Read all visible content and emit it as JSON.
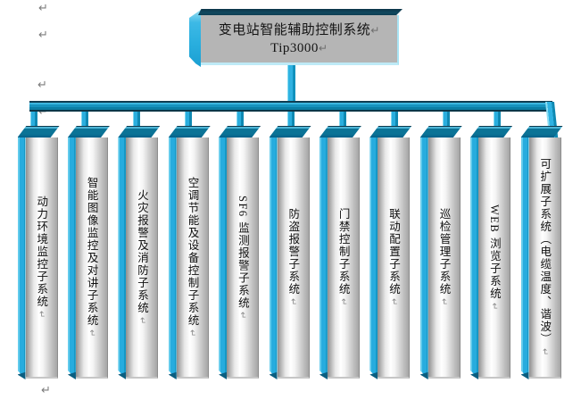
{
  "paragraph_mark": "↵",
  "root_node": {
    "title": "变电站智能辅助控制系统",
    "subtitle": "Tip3000"
  },
  "subsystems": [
    {
      "label": "动力环境监控子系统"
    },
    {
      "label": "智能图像监控及对讲子系统"
    },
    {
      "label": "火灾报警及消防子系统"
    },
    {
      "label": "空调节能及设备控制子系统"
    },
    {
      "label": "SF6 监测报警子系统"
    },
    {
      "label": "防盗报警子系统"
    },
    {
      "label": "门禁控制子系统"
    },
    {
      "label": "联动配置子系统"
    },
    {
      "label": "巡检管理子系统"
    },
    {
      "label": "WEB 浏览子系统"
    },
    {
      "label": "可扩展子系统（电缆温度、谐波）"
    }
  ],
  "colors": {
    "accent_cyan": "#29AEDF",
    "teal_bar": "#0B7EA4",
    "dark_outline": "#0D3A4E",
    "node_face_gray": "#B5B5B5"
  }
}
